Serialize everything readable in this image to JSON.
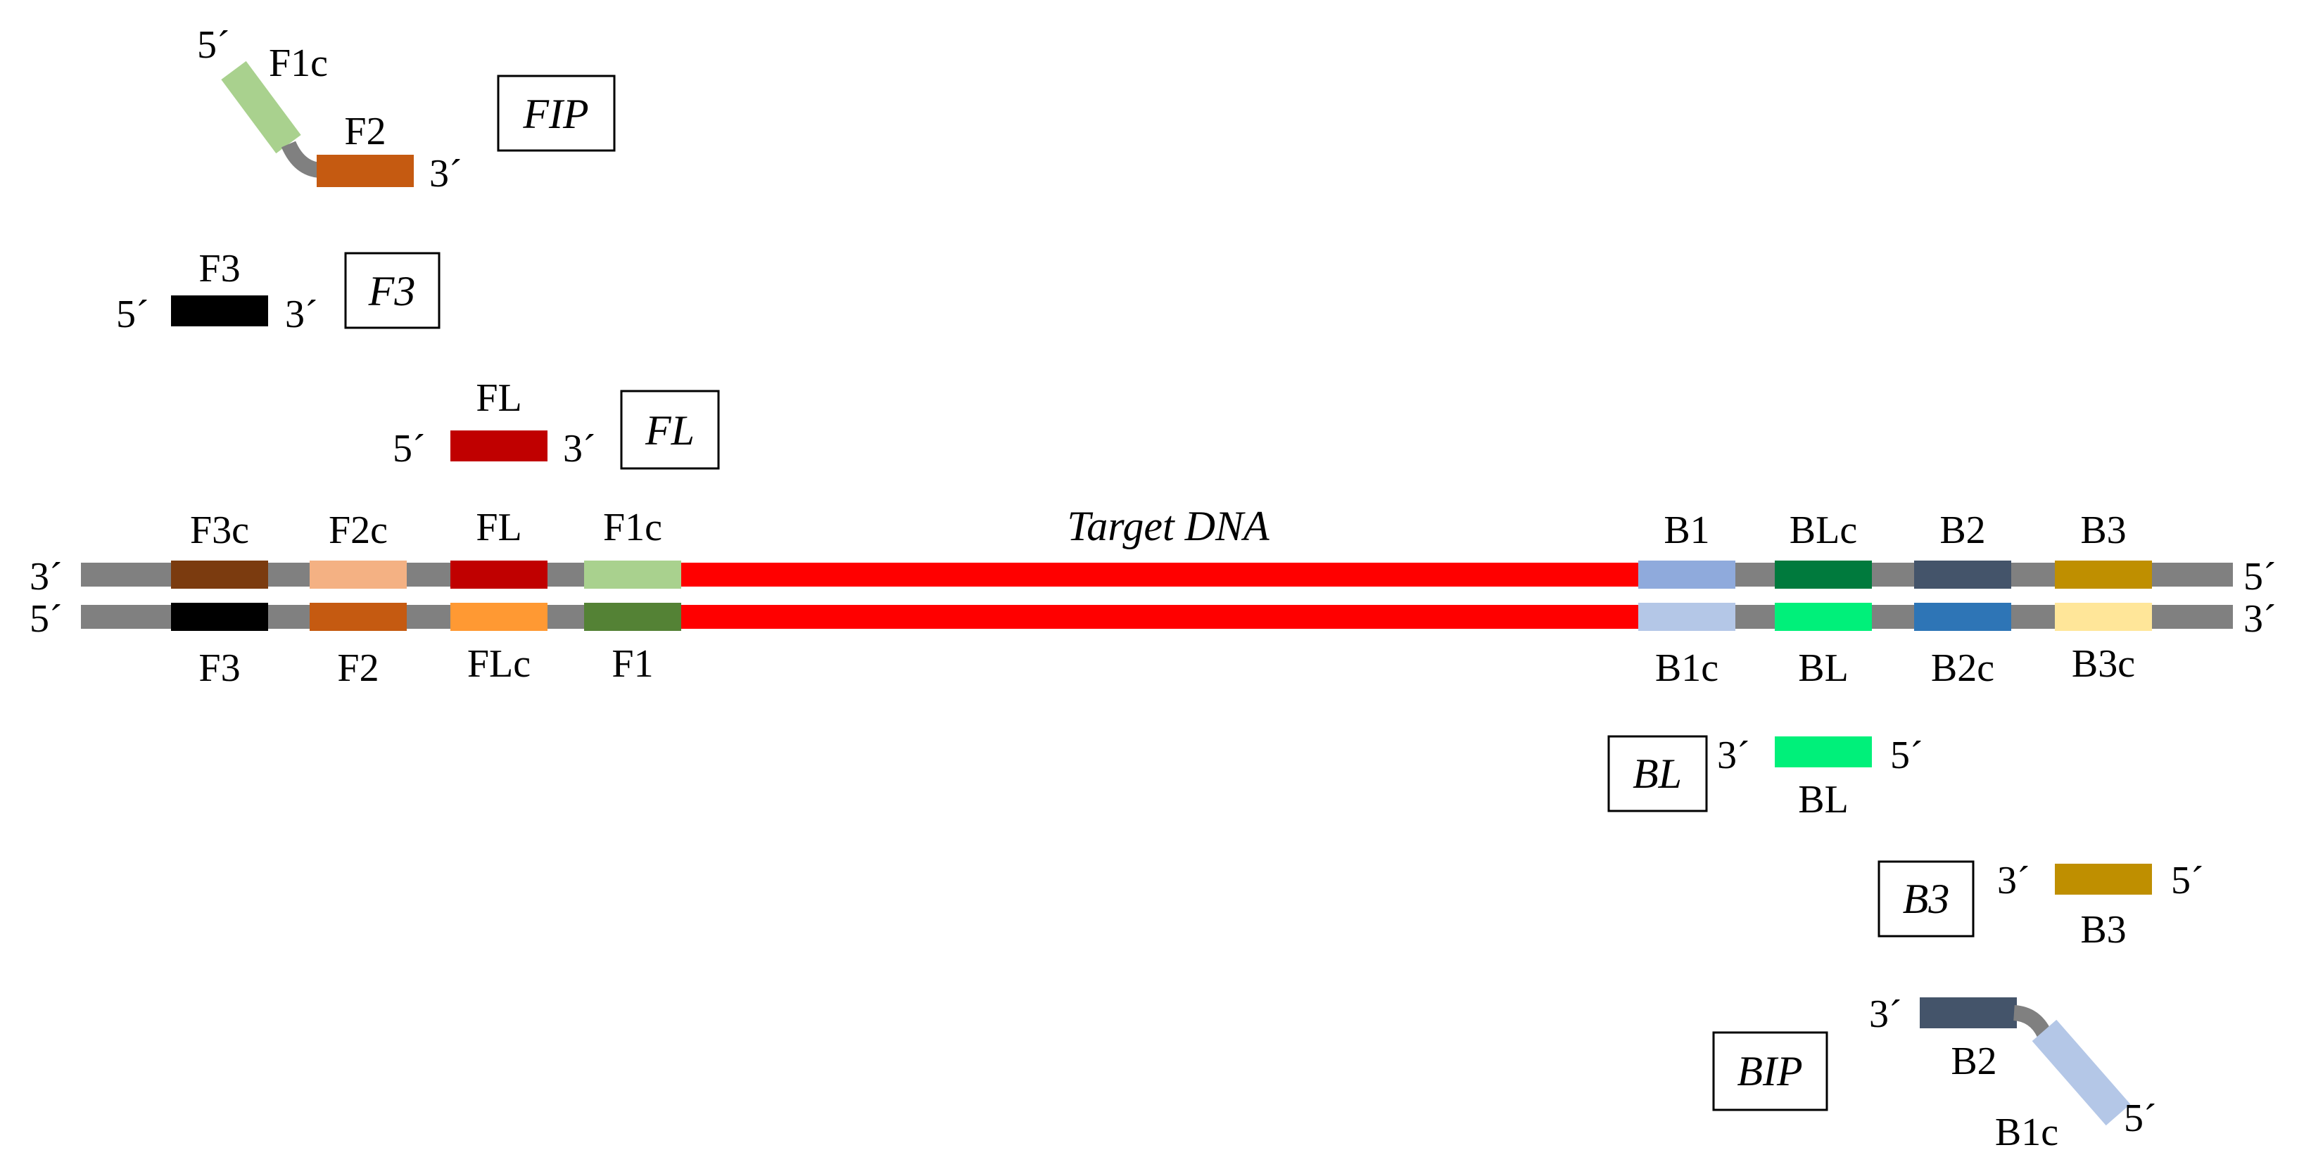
{
  "title": "Target DNA",
  "strand_ends": {
    "prime5": "5´",
    "prime3": "3´"
  },
  "colors": {
    "strand": "#808080",
    "target": "#ff0000",
    "F3": "#000000",
    "F3c": "#7b3b0f",
    "F2": "#c55a11",
    "F2c": "#f4b183",
    "FL": "#c00000",
    "FLc": "#ff9933",
    "F1": "#548235",
    "F1c": "#a9d18e",
    "B1": "#8faadc",
    "B1c": "#b4c7e7",
    "BL": "#00f07a",
    "BLc": "#007a3d",
    "B2": "#44546a",
    "B2c": "#2e75b6",
    "B3": "#bf8f00",
    "B3c": "#ffe699"
  },
  "template": {
    "top_regions": [
      "F3c",
      "F2c",
      "FL",
      "F1c",
      "B1",
      "BLc",
      "B2",
      "B3"
    ],
    "bottom_regions": [
      "F3",
      "F2",
      "FLc",
      "F1",
      "B1c",
      "BL",
      "B2c",
      "B3c"
    ]
  },
  "primers": {
    "FIP": {
      "label": "FIP",
      "segments": [
        "F1c",
        "F2"
      ]
    },
    "F3": {
      "label": "F3",
      "segment": "F3"
    },
    "FL": {
      "label": "FL",
      "segment": "FL"
    },
    "BL": {
      "label": "BL",
      "segment": "BL"
    },
    "B3": {
      "label": "B3",
      "segment": "B3"
    },
    "BIP": {
      "label": "BIP",
      "segments": [
        "B2",
        "B1c"
      ]
    }
  }
}
